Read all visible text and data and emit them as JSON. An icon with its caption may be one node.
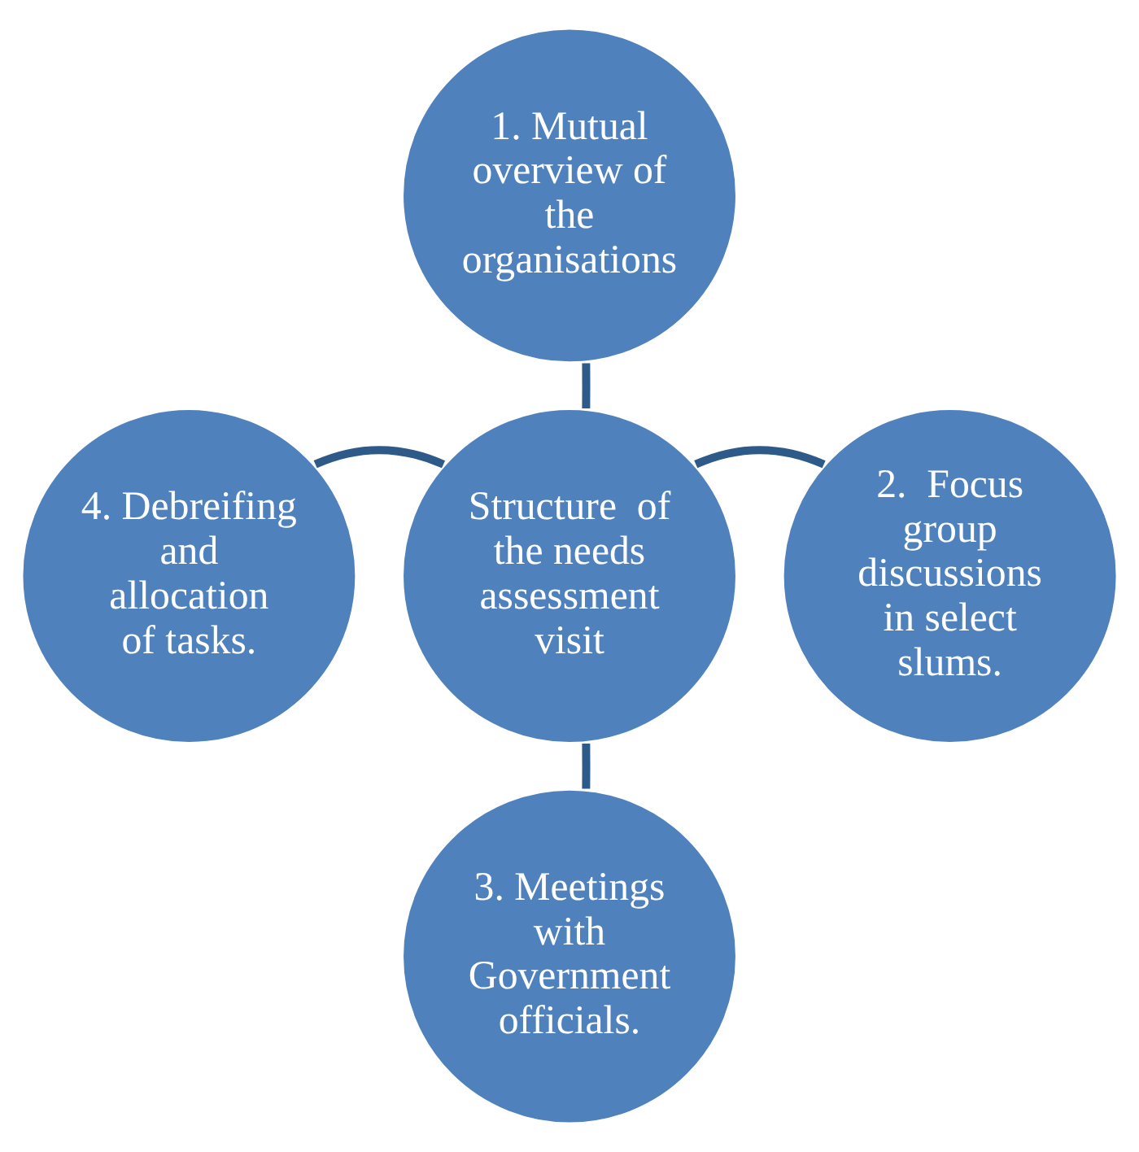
{
  "diagram": {
    "nodes": [
      {
        "text": [
          "Structure  of the needs assessment visit"
        ]
      },
      {
        "text": [
          "1. Mutual overview of the organisations"
        ]
      },
      {
        "text": [
          "2.  Focus group discussions in select slums."
        ]
      },
      {
        "text": [
          "3. Meetings with Government officials."
        ]
      },
      {
        "text": [
          "4. Debreifing and allocation  of tasks."
        ]
      }
    ],
    "edges": [
      {
        "from": 0,
        "to": 1,
        "arrow": "none"
      },
      {
        "from": 0,
        "to": 2,
        "arrow": "none"
      },
      {
        "from": 0,
        "to": 3,
        "arrow": "none"
      },
      {
        "from": 0,
        "to": 4,
        "arrow": "none"
      }
    ]
  }
}
